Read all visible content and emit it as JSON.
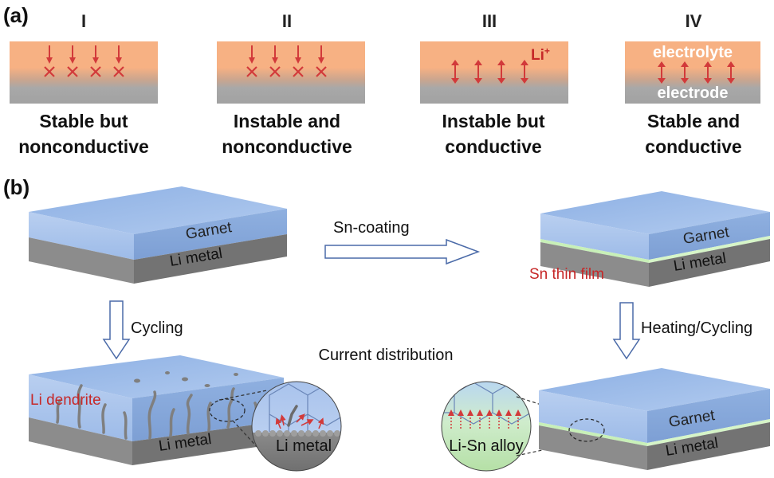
{
  "panel_a": {
    "label": "(a)",
    "cases": [
      {
        "numeral": "I",
        "line1": "Stable but",
        "line2": "nonconductive"
      },
      {
        "numeral": "II",
        "line1": "Instable and",
        "line2": "nonconductive"
      },
      {
        "numeral": "III",
        "line1": "Instable but",
        "line2": "conductive"
      },
      {
        "numeral": "IV",
        "line1": "Stable and",
        "line2": "conductive"
      }
    ],
    "li_ion": "Li",
    "li_ion_sup": "+",
    "electrolyte_label": "electrolyte",
    "electrode_label": "electrode"
  },
  "panel_b": {
    "label": "(b)",
    "garnet": "Garnet",
    "li_metal": "Li metal",
    "sn_coating": "Sn-coating",
    "sn_thin_film": "Sn thin film",
    "cycling": "Cycling",
    "heating_cycling": "Heating/Cycling",
    "current_distribution": "Current distribution",
    "li_dendrite": "Li dendrite",
    "li_sn_alloy": "Li-Sn alloy"
  },
  "colors": {
    "electrolyte_orange": "#f6ad7e",
    "electrode_gray": "#a6a6a6",
    "garnet_blue": "#a4c2ec",
    "li_metal_gray": "#8c8c8c",
    "arrow_red": "#d23a3a",
    "sn_green": "#c8f0b8"
  }
}
